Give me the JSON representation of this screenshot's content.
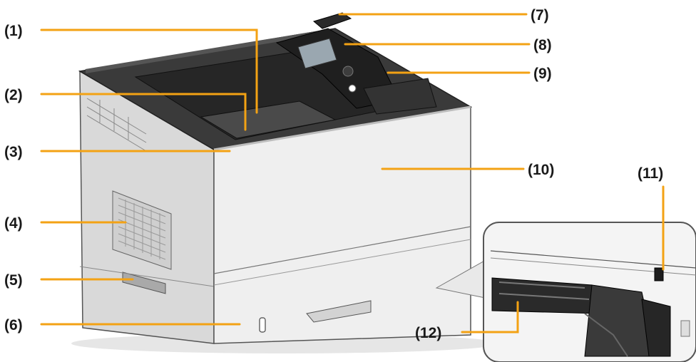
{
  "figure": {
    "description_labels": [
      {
        "id": "1",
        "text": "(1)"
      },
      {
        "id": "2",
        "text": "(2)"
      },
      {
        "id": "3",
        "text": "(3)"
      },
      {
        "id": "4",
        "text": "(4)"
      },
      {
        "id": "5",
        "text": "(5)"
      },
      {
        "id": "6",
        "text": "(6)"
      },
      {
        "id": "7",
        "text": "(7)"
      },
      {
        "id": "8",
        "text": "(8)"
      },
      {
        "id": "9",
        "text": "(9)"
      },
      {
        "id": "10",
        "text": "(10)"
      },
      {
        "id": "11",
        "text": "(11)"
      },
      {
        "id": "12",
        "text": "(12)"
      }
    ]
  },
  "colors": {
    "leader_line": "#f3a214",
    "printer_body": "#f2f2f2",
    "printer_dark": "#2b2b2b",
    "label_text": "#1a1a1a"
  }
}
